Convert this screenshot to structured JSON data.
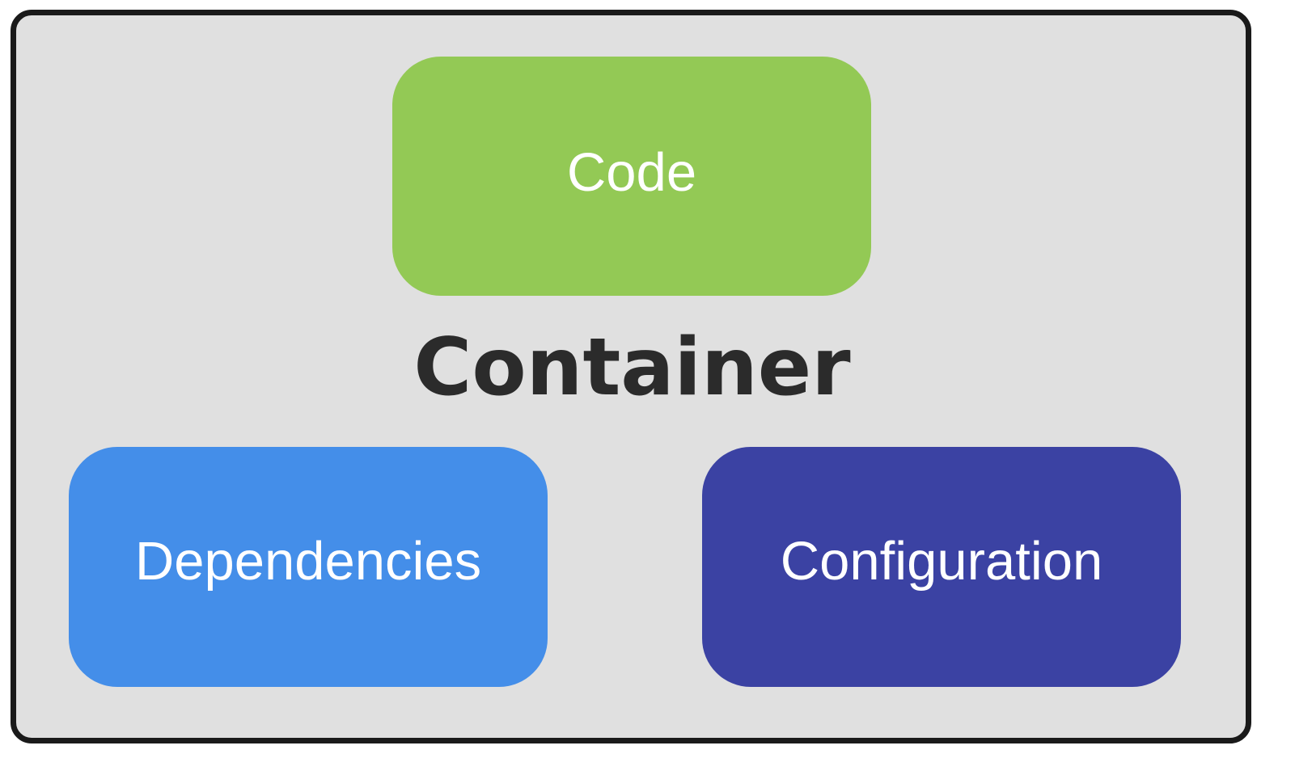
{
  "diagram": {
    "container": {
      "title": "Container",
      "background": "#e0e0e0",
      "border_color": "#1a1a1a"
    },
    "components": [
      {
        "label": "Code",
        "color": "#93c955"
      },
      {
        "label": "Dependencies",
        "color": "#448ee9"
      },
      {
        "label": "Configuration",
        "color": "#3b42a3"
      }
    ]
  }
}
